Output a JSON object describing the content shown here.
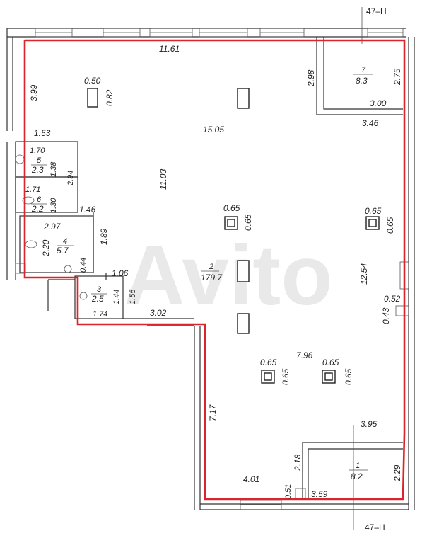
{
  "axis_labels": {
    "top": "47–H",
    "bottom": "47–H"
  },
  "rooms": [
    {
      "id": "room-2",
      "number": "2",
      "area": "179.7"
    },
    {
      "id": "room-7",
      "number": "7",
      "area": "8.3"
    },
    {
      "id": "room-1",
      "number": "1",
      "area": "8.2"
    },
    {
      "id": "room-5",
      "number": "5",
      "area": "2.3"
    },
    {
      "id": "room-6",
      "number": "6",
      "area": "2.2"
    },
    {
      "id": "room-4",
      "number": "4",
      "area": "5.7"
    },
    {
      "id": "room-3",
      "number": "3",
      "area": "2.5"
    }
  ],
  "dimensions": {
    "top_width": "11.61",
    "left_top_height": "3.99",
    "col_top_w": "0.50",
    "col_top_h": "0.82",
    "main_width": "15.05",
    "main_height": "11.03",
    "r7_h_left": "2.98",
    "r7_h_right": "2.75",
    "r7_w_inner": "3.00",
    "r7_w_outer": "3.46",
    "wc_w_153": "1.53",
    "r5_w": "1.70",
    "r5_h": "1.38",
    "wc_h_294": "2.94",
    "r6_w": "1.71",
    "r6_h": "1.30",
    "w_146": "1.46",
    "r4_w": "2.97",
    "r4_h": "2.20",
    "h_189": "1.89",
    "h_044": "0.44",
    "w_106": "1.06",
    "h_144": "1.44",
    "h_155": "1.55",
    "w_174": "1.74",
    "w_302": "3.02",
    "col_c1_w": "0.65",
    "col_c1_h": "0.65",
    "col_c2_w": "0.65",
    "col_c2_h": "0.65",
    "col_c3_w": "0.65",
    "col_c3_h": "0.65",
    "col_c4_w": "0.65",
    "col_c4_h": "0.65",
    "right_h": "12.54",
    "pil_w": "0.52",
    "pil_h": "0.43",
    "mid_w": "7.96",
    "lower_left_h": "7.17",
    "r1_w_top": "3.95",
    "r1_h_left": "2.18",
    "r1_h_right": "2.29",
    "bottom_w": "4.01",
    "b_051": "0.51",
    "r1_w_bottom": "3.59"
  },
  "colors": {
    "outline": "#d9262c",
    "walls": "#333333"
  },
  "watermark": "Avito"
}
